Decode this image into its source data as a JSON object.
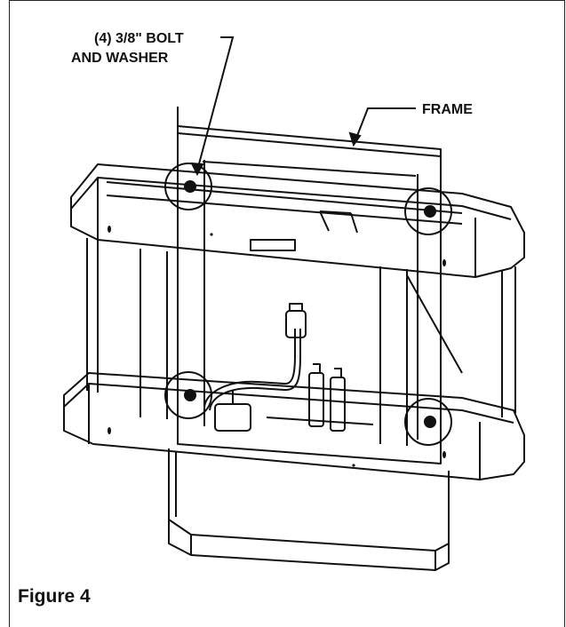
{
  "callouts": {
    "bolt_line1": "(4) 3/8\" BOLT",
    "bolt_line2": "AND WASHER",
    "frame": "FRAME"
  },
  "caption": "Figure 4",
  "colors": {
    "line": "#111111",
    "background": "#ffffff"
  }
}
